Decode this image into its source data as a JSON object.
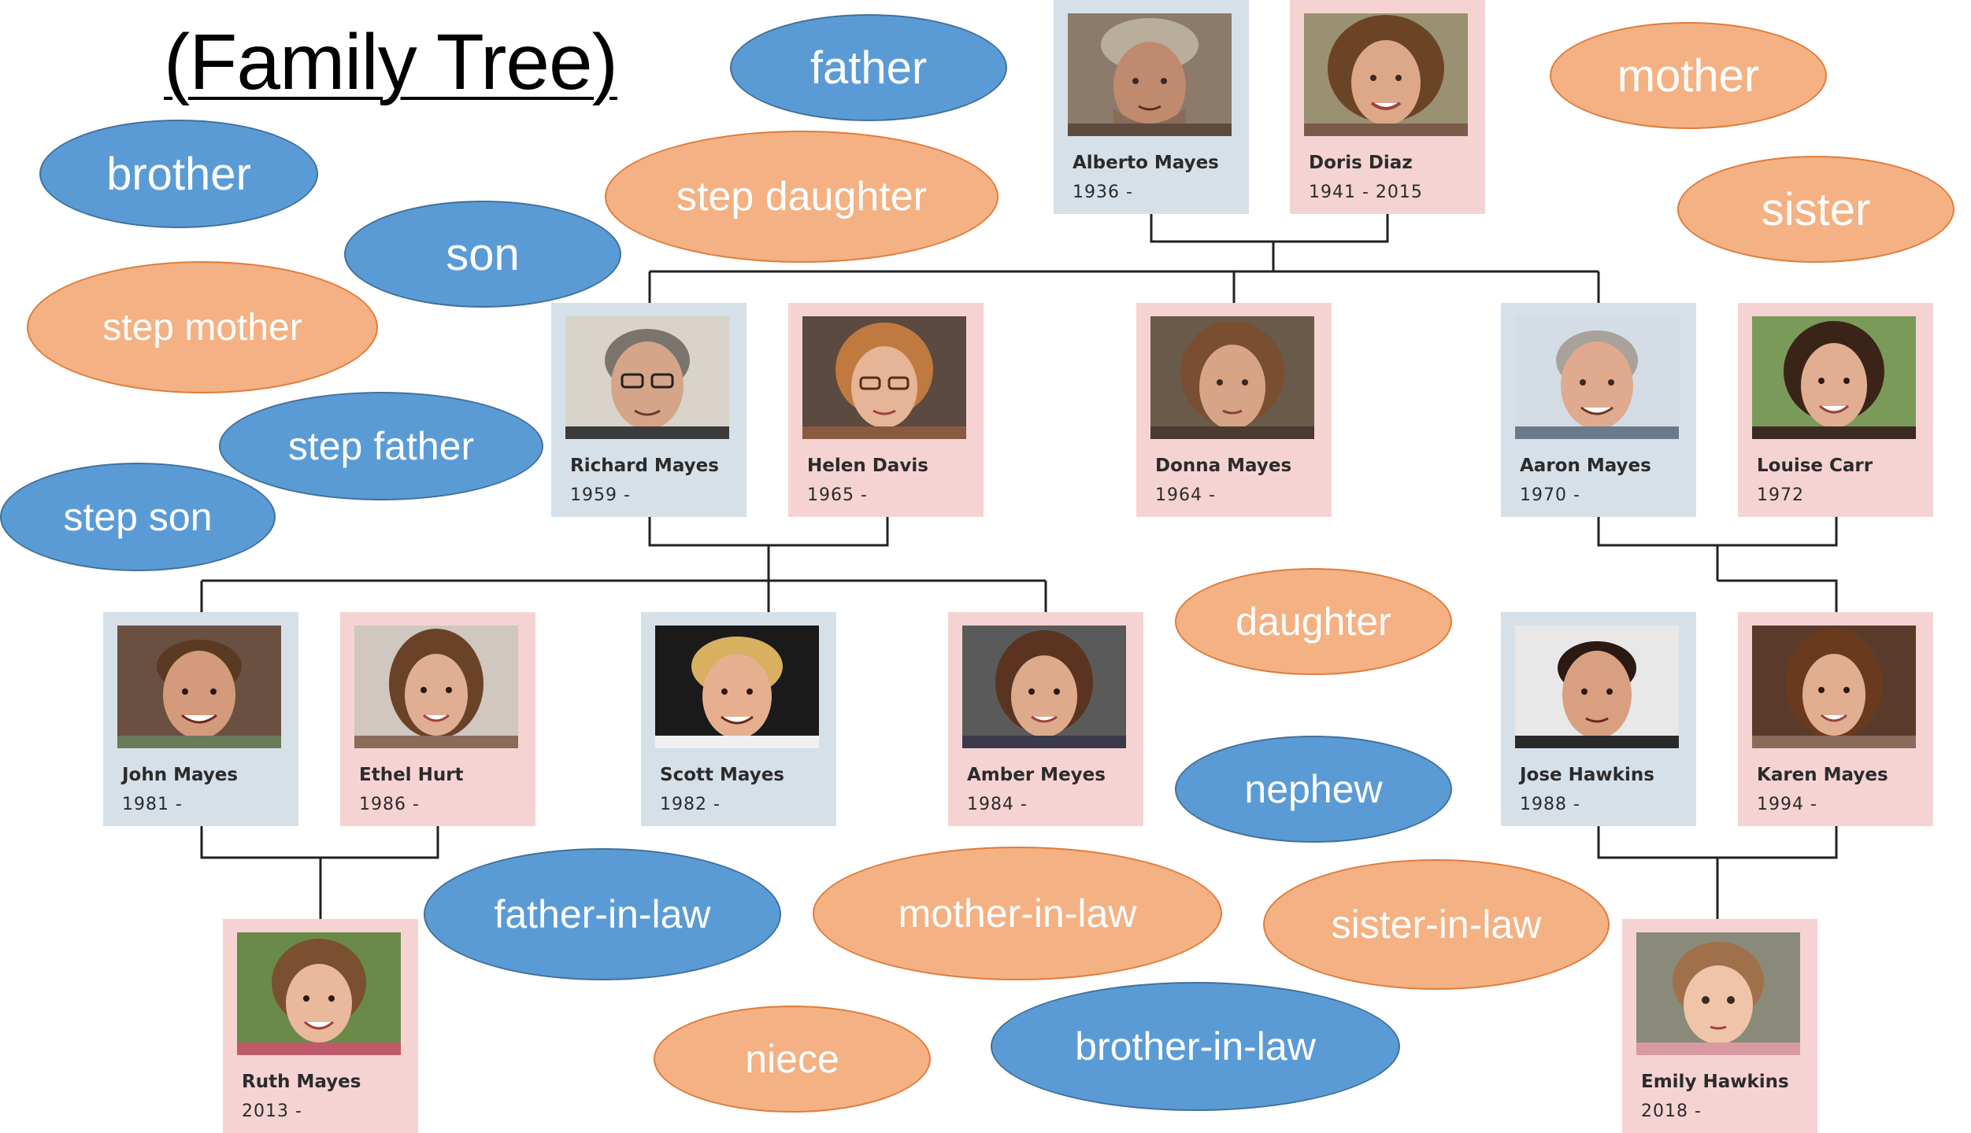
{
  "title": "(Family Tree)",
  "colors": {
    "male_card": "#d6e0e9",
    "female_card": "#f6d3d3",
    "blue_bubble": "#5b9bd5",
    "orange_bubble": "#f4b183",
    "connector": "#222222"
  },
  "people": {
    "alberto": {
      "name": "Alberto Mayes",
      "years": "1936 -"
    },
    "doris": {
      "name": "Doris Diaz",
      "years": "1941 - 2015"
    },
    "richard": {
      "name": "Richard Mayes",
      "years": "1959 -"
    },
    "helen": {
      "name": "Helen Davis",
      "years": "1965 -"
    },
    "donna": {
      "name": "Donna Mayes",
      "years": "1964 -"
    },
    "aaron": {
      "name": "Aaron Mayes",
      "years": "1970 -"
    },
    "louise": {
      "name": "Louise Carr",
      "years": "1972"
    },
    "john": {
      "name": "John Mayes",
      "years": "1981 -"
    },
    "ethel": {
      "name": "Ethel Hurt",
      "years": "1986 -"
    },
    "scott": {
      "name": "Scott Mayes",
      "years": "1982 -"
    },
    "amber": {
      "name": "Amber Meyes",
      "years": "1984 -"
    },
    "jose": {
      "name": "Jose Hawkins",
      "years": "1988 -"
    },
    "karen": {
      "name": "Karen Mayes",
      "years": "1994 -"
    },
    "ruth": {
      "name": "Ruth Mayes",
      "years": "2013 -"
    },
    "emily": {
      "name": "Emily Hawkins",
      "years": "2018 -"
    }
  },
  "labels": {
    "father": "father",
    "mother": "mother",
    "brother": "brother",
    "sister": "sister",
    "step_daughter": "step daughter",
    "son": "son",
    "step_mother": "step mother",
    "step_father": "step father",
    "step_son": "step son",
    "daughter": "daughter",
    "nephew": "nephew",
    "father_in_law": "father-in-law",
    "mother_in_law": "mother-in-law",
    "sister_in_law": "sister-in-law",
    "niece": "niece",
    "brother_in_law": "brother-in-law"
  }
}
